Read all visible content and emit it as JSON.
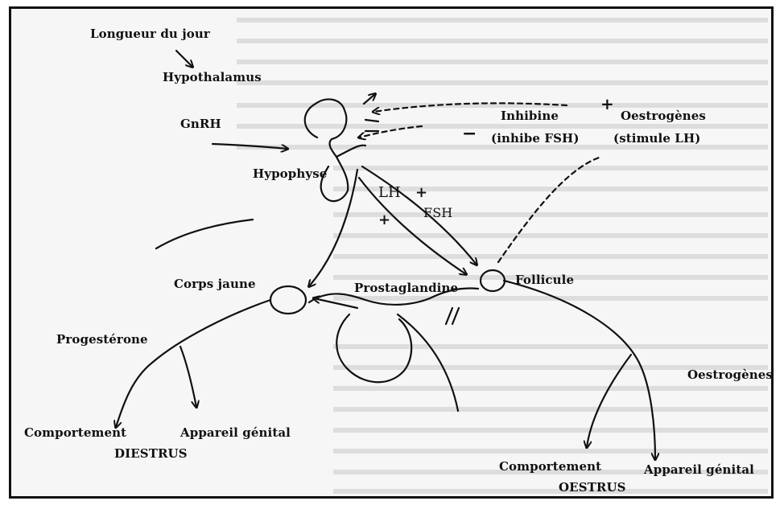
{
  "diagram": {
    "labels": {
      "longueur": "Longueur du jour",
      "hypothalamus": "Hypothalamus",
      "gnrh": "GnRH",
      "hypophyse": "Hypophyse",
      "inhibine": "Inhibine",
      "inhibine_sub": "(inhibe FSH)",
      "oestrogenes_top": "Oestrogènes",
      "oestrogenes_top_sub": "(stimule LH)",
      "lh": "LH",
      "fsh": "FSH",
      "corps_jaune": "Corps jaune",
      "follicule": "Follicule",
      "prostaglandine": "Prostaglandine",
      "progesterone": "Progestérone",
      "oestrogenes_right": "Oestrogènes",
      "comportement_left": "Comportement",
      "appareil_left": "Appareil génital",
      "diestrus": "DIESTRUS",
      "comportement_right": "Comportement",
      "appareil_right": "Appareil génital",
      "oestrus": "OESTRUS"
    },
    "signs": {
      "minus": "−",
      "plus": "+"
    }
  }
}
